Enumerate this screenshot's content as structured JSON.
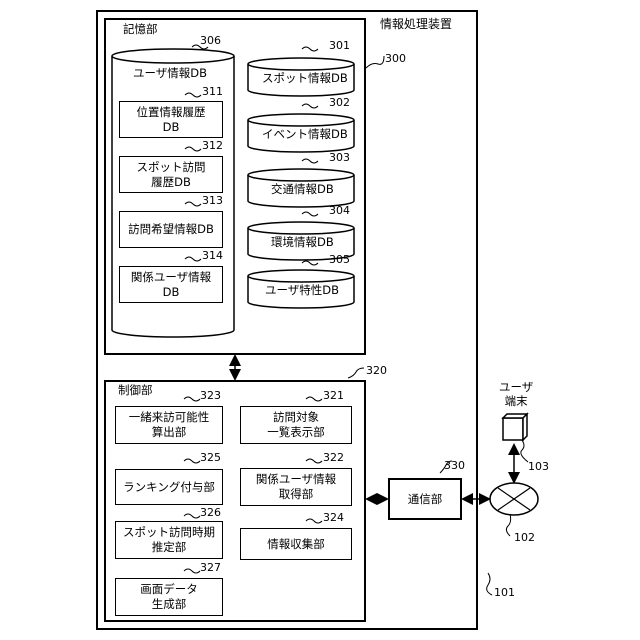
{
  "apparatus": {
    "label": "情報処理装置",
    "ref": "101"
  },
  "storage": {
    "label": "記憶部",
    "ref": "300"
  },
  "user_info_db": {
    "label": "ユーザ情報DB",
    "ref": "306",
    "items": [
      {
        "label": "位置情報履歴\nDB",
        "ref": "311"
      },
      {
        "label": "スポット訪問\n履歴DB",
        "ref": "312"
      },
      {
        "label": "訪問希望情報DB",
        "ref": "313"
      },
      {
        "label": "関係ユーザ情報\nDB",
        "ref": "314"
      }
    ]
  },
  "databases": [
    {
      "label": "スポット情報DB",
      "ref": "301"
    },
    {
      "label": "イベント情報DB",
      "ref": "302"
    },
    {
      "label": "交通情報DB",
      "ref": "303"
    },
    {
      "label": "環境情報DB",
      "ref": "304"
    },
    {
      "label": "ユーザ特性DB",
      "ref": "305"
    }
  ],
  "control": {
    "label": "制御部",
    "ref": "320",
    "left_units": [
      {
        "label": "一緒来訪可能性\n算出部",
        "ref": "323"
      },
      {
        "label": "ランキング付与部",
        "ref": "325"
      },
      {
        "label": "スポット訪問時期\n推定部",
        "ref": "326"
      },
      {
        "label": "画面データ\n生成部",
        "ref": "327"
      }
    ],
    "right_units": [
      {
        "label": "訪問対象\n一覧表示部",
        "ref": "321"
      },
      {
        "label": "関係ユーザ情報\n取得部",
        "ref": "322"
      },
      {
        "label": "情報収集部",
        "ref": "324"
      }
    ]
  },
  "comm": {
    "label": "通信部",
    "ref": "330"
  },
  "network": {
    "ref": "102"
  },
  "user_terminal": {
    "label": "ユーザ\n端末",
    "ref": "103"
  }
}
